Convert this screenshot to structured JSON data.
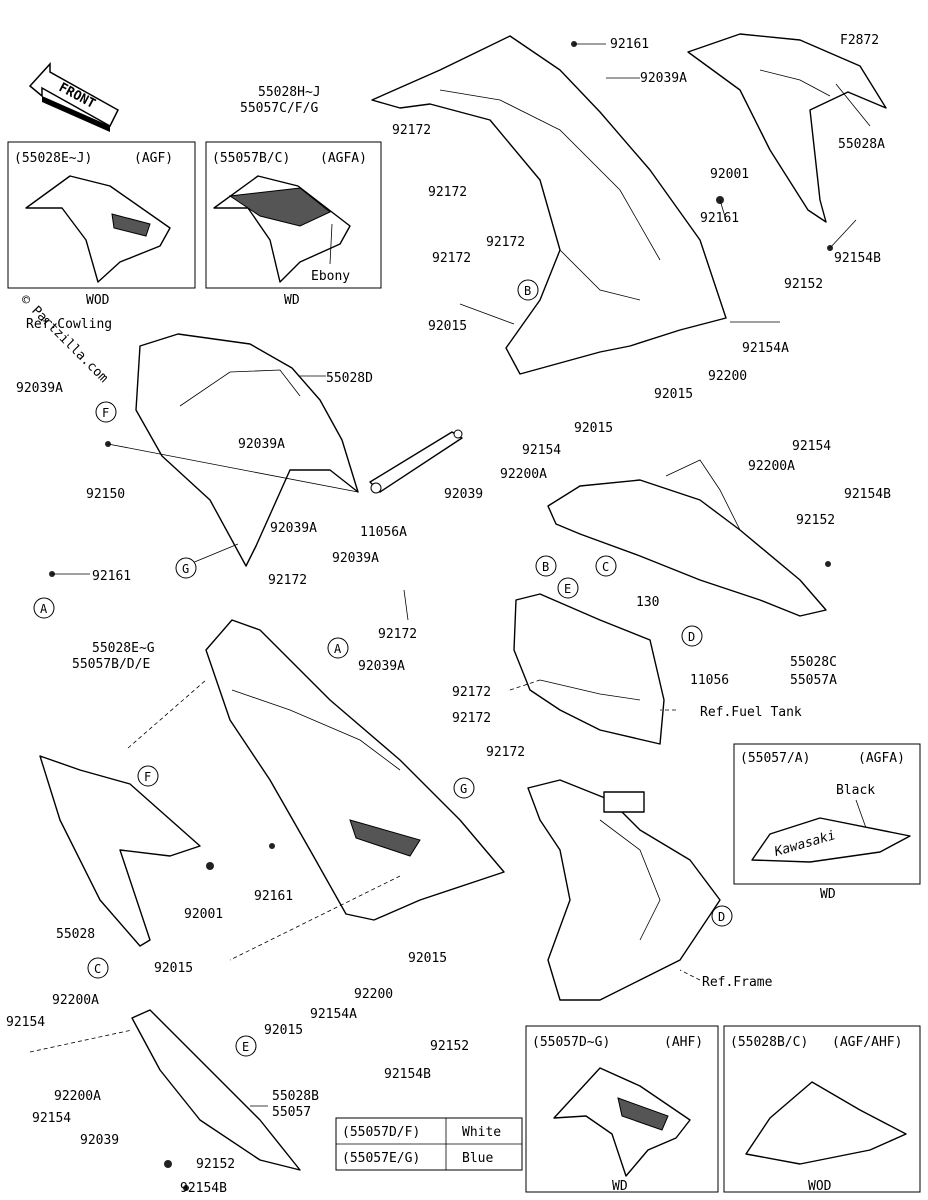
{
  "figure_id": "F2872",
  "front_label": "FRONT",
  "watermark": "© Partzilla.com",
  "part_numbers": {
    "p55028HJ": "55028H~J",
    "p55057CFG": "55057C/F/G",
    "p92161_top": "92161",
    "p92039A_top": "92039A",
    "p55028A": "55028A",
    "p92172_a": "92172",
    "p92001_top": "92001",
    "p92172_b": "92172",
    "p92161_mid": "92161",
    "p92172_c": "92172",
    "p92154B_r": "92154B",
    "p92152_r": "92152",
    "p92172_d": "92172",
    "p92015_a": "92015",
    "p92154A_r": "92154A",
    "p92200_r": "92200",
    "p92015_b": "92015",
    "p92015_c": "92015",
    "p92154_r": "92154",
    "p92200A_r": "92200A",
    "p92154_r2": "92154",
    "p92200A_r2": "92200A",
    "p92039_r": "92039",
    "p92154B_r2": "92154B",
    "p92152_r2": "92152",
    "p130": "130",
    "p11056": "11056",
    "p55028C": "55028C",
    "p55057A": "55057A",
    "p55028D": "55028D",
    "p92039A_l1": "92039A",
    "p92039A_l2": "92039A",
    "p92150": "92150",
    "p11056A": "11056A",
    "p92039A_l3": "92039A",
    "p92039A_l4": "92039A",
    "p92161_l": "92161",
    "p92172_e": "92172",
    "p92172_f": "92172",
    "p55028EG": "55028E~G",
    "p55057BDE": "55057B/D/E",
    "p92039A_c": "92039A",
    "p92172_g": "92172",
    "p92172_h": "92172",
    "p92172_i": "92172",
    "p92001_c": "92001",
    "p92161_c": "92161",
    "p55028": "55028",
    "p92015_d": "92015",
    "p92015_e": "92015",
    "p92200_c": "92200",
    "p92154A_c": "92154A",
    "p92015_f": "92015",
    "p92152_c": "92152",
    "p92154B_c": "92154B",
    "p92154_l": "92154",
    "p92200A_l": "92200A",
    "p92200A_l2": "92200A",
    "p92154_l2": "92154",
    "p92039_l": "92039",
    "p92152_l": "92152",
    "p92154B_l": "92154B",
    "p55028B": "55028B",
    "p55057": "55057"
  },
  "references": {
    "cowling": "Ref.Cowling",
    "fuel_tank": "Ref.Fuel Tank",
    "frame": "Ref.Frame"
  },
  "callouts": [
    "A",
    "B",
    "C",
    "D",
    "E",
    "F",
    "G"
  ],
  "insets": {
    "agf": {
      "parts": "(55028E~J)",
      "code": "(AGF)",
      "caption": "WOD"
    },
    "agfa": {
      "parts": "(55057B/C)",
      "code": "(AGFA)",
      "note": "Ebony",
      "caption": "WD"
    },
    "agfa2": {
      "parts": "(55057/A)",
      "code": "(AGFA)",
      "note": "Black",
      "caption": "WD",
      "decal": "Kawasaki"
    },
    "ahf": {
      "parts": "(55057D~G)",
      "code": "(AHF)",
      "caption": "WD"
    },
    "agf_ahf": {
      "parts": "(55028B/C)",
      "code": "(AGF/AHF)",
      "caption": "WOD"
    }
  },
  "color_table": [
    {
      "parts": "(55057D/F)",
      "color": "White"
    },
    {
      "parts": "(55057E/G)",
      "color": "Blue"
    }
  ]
}
